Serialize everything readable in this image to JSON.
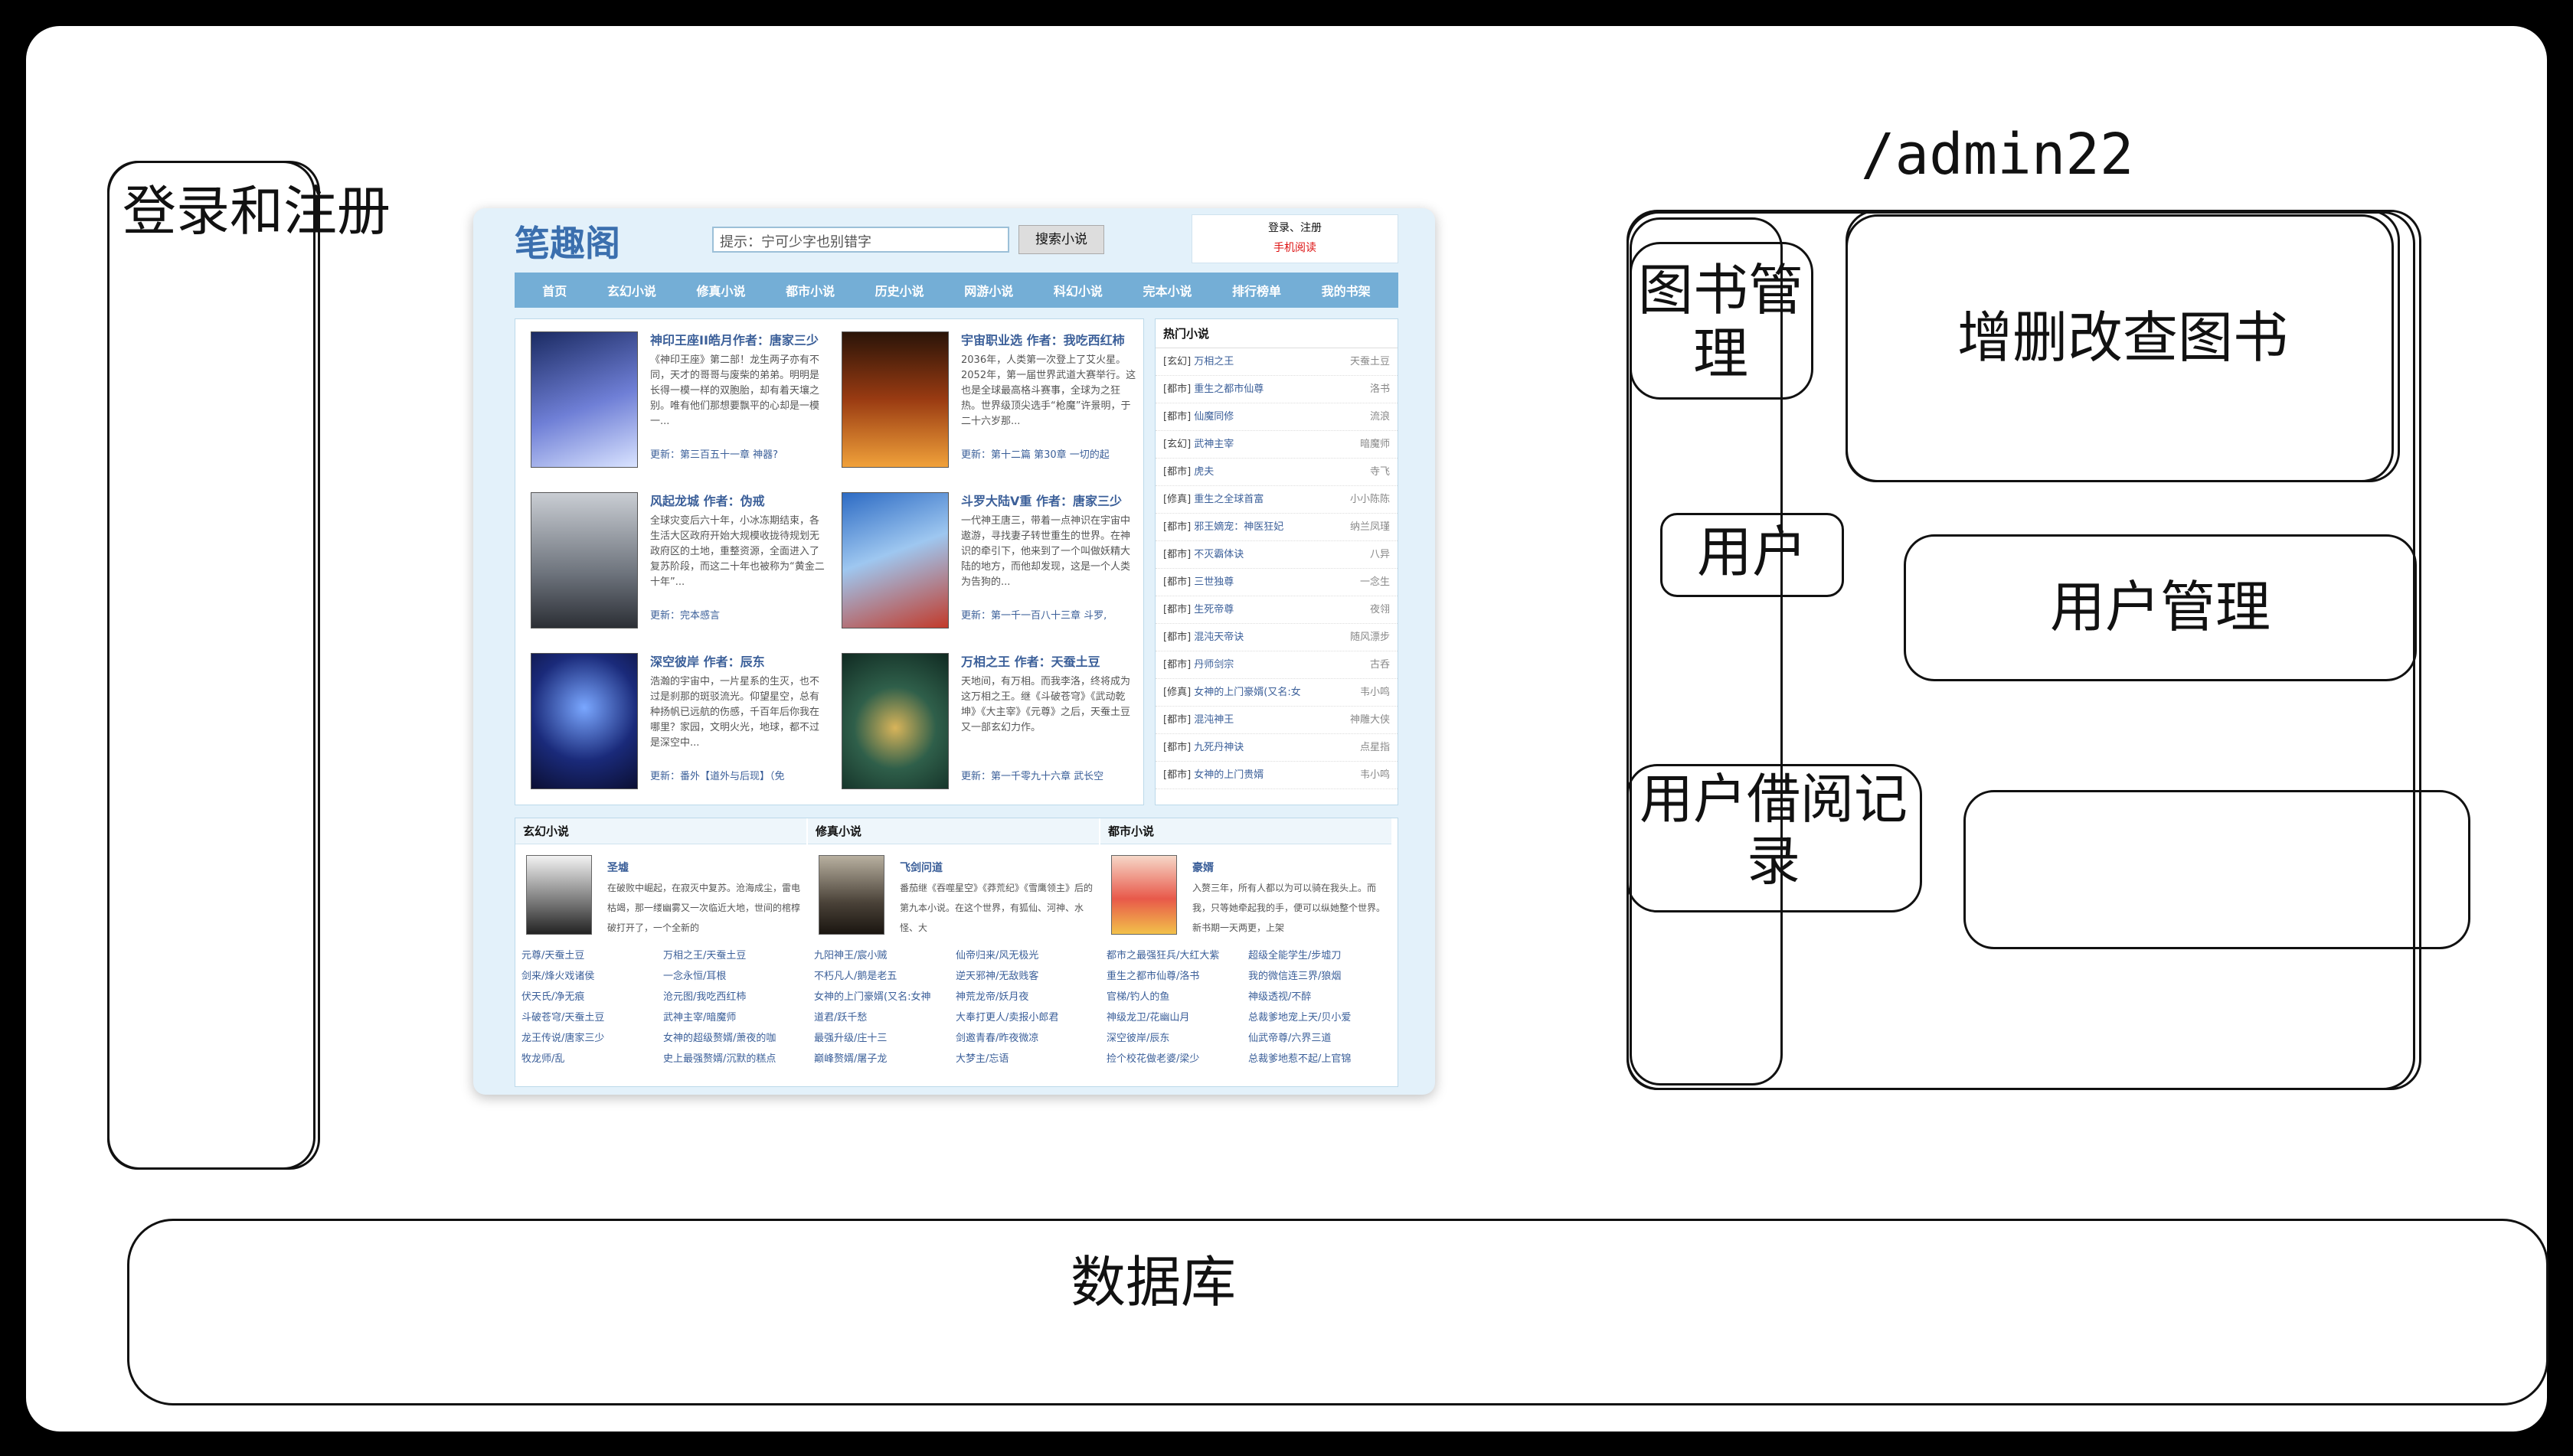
{
  "left": {
    "label": "登录和注册"
  },
  "admin": {
    "path": "/admin22",
    "labels": {
      "book_mgmt": "图书管理",
      "book_crud": "增删改查图书",
      "user": "用户",
      "user_mgmt": "用户管理",
      "borrow": "用户借阅记录"
    }
  },
  "bottom": {
    "label": "数据库"
  },
  "site": {
    "logo": "笔趣阁",
    "search_placeholder": "提示：宁可少字也别错字",
    "search_button": "搜索小说",
    "login": "登录、注册",
    "mobile": "手机阅读",
    "nav": [
      "首页",
      "玄幻小说",
      "修真小说",
      "都市小说",
      "历史小说",
      "网游小说",
      "科幻小说",
      "完本小说",
      "排行榜单",
      "我的书架"
    ],
    "featured": [
      {
        "title": "神印王座II皓月作者：唐家三少",
        "desc": "《神印王座》第二部！龙生两子亦有不同，天才的哥哥与废柴的弟弟。明明是长得一模一样的双胞胎，却有着天壤之别。唯有他们那想要飘平的心却是一模一...",
        "update": "更新：第三百五十一章 神器?"
      },
      {
        "title": "宇宙职业选 作者：我吃西红柿",
        "desc": "2036年，人类第一次登上了艾火星。2052年，第一届世界武道大赛举行。这也是全球最高格斗赛事，全球为之狂热。世界级顶尖选手“枪魔”许景明，于二十六岁那...",
        "update": "更新：第十二篇 第30章 一切的起"
      },
      {
        "title": "风起龙城 作者：伪戒",
        "desc": "全球灾变后六十年，小冰冻期结束，各生活大区政府开始大规模收拢待规划无政府区的土地，重整资源，全面进入了复苏阶段，而这二十年也被称为“黄金二十年”...",
        "update": "更新：完本感言"
      },
      {
        "title": "斗罗大陆V重 作者：唐家三少",
        "desc": "一代神王唐三，带着一点神识在宇宙中遨游，寻找妻子转世重生的世界。在神识的牵引下，他来到了一个叫做妖精大陆的地方，而他却发现，这是一个人类为告狗的...",
        "update": "更新：第一千一百八十三章 斗罗,"
      },
      {
        "title": "深空彼岸 作者：辰东",
        "desc": "浩瀚的宇宙中，一片星系的生灭，也不过是刹那的斑驳流光。仰望星空，总有种扬帆已远航的伤感，千百年后你我在哪里？家园，文明火光，地球，都不过是深空中...",
        "update": "更新：番外【道外与后现】（免"
      },
      {
        "title": "万相之王 作者：天蚕土豆",
        "desc": "天地间，有万相。而我李洛，终将成为这万相之王。继《斗破苍穹》《武动乾坤》《大主宰》《元尊》之后，天蚕土豆又一部玄幻力作。",
        "update": "更新：第一千零九十六章 武长空"
      }
    ],
    "hot_title": "热门小说",
    "hot": [
      {
        "cat": "[玄幻]",
        "title": "万相之王",
        "author": "天蚕土豆"
      },
      {
        "cat": "[都市]",
        "title": "重生之都市仙尊",
        "author": "洛书"
      },
      {
        "cat": "[都市]",
        "title": "仙魔同修",
        "author": "流浪"
      },
      {
        "cat": "[玄幻]",
        "title": "武神主宰",
        "author": "暗魔师"
      },
      {
        "cat": "[都市]",
        "title": "虎夫",
        "author": "寺飞"
      },
      {
        "cat": "[修真]",
        "title": "重生之全球首富",
        "author": "小小陈陈"
      },
      {
        "cat": "[都市]",
        "title": "邪王嫡宠：神医狂妃",
        "author": "纳兰凤瑾"
      },
      {
        "cat": "[都市]",
        "title": "不灭霸体诀",
        "author": "八异"
      },
      {
        "cat": "[都市]",
        "title": "三世独尊",
        "author": "一念生"
      },
      {
        "cat": "[都市]",
        "title": "生死帝尊",
        "author": "夜翎"
      },
      {
        "cat": "[都市]",
        "title": "混沌天帝诀",
        "author": "随风漂步"
      },
      {
        "cat": "[都市]",
        "title": "丹师剑宗",
        "author": "古呑"
      },
      {
        "cat": "[修真]",
        "title": "女神的上门豪婿(又名:女",
        "author": "韦小鸣"
      },
      {
        "cat": "[都市]",
        "title": "混沌神王",
        "author": "神雕大侠"
      },
      {
        "cat": "[都市]",
        "title": "九死丹神诀",
        "author": "点星指"
      },
      {
        "cat": "[都市]",
        "title": "女神的上门贵婿",
        "author": "韦小鸣"
      }
    ],
    "cats": [
      {
        "name": "玄幻小说",
        "ftitle": "圣墟",
        "fdesc": "在破败中崛起，在寂灭中复苏。沧海成尘，雷电枯竭，那一缕幽雾又一次临近大地，世间的棺椁破打开了，一个全新的",
        "items": [
          "元尊/天蚕土豆",
          "万相之王/天蚕土豆",
          "剑来/烽火戏诸侯",
          "一念永恒/耳根",
          "伏天氏/净无痕",
          "沧元图/我吃西红柿",
          "斗破苍穹/天蚕土豆",
          "武神主宰/暗魔师",
          "龙王传说/唐家三少",
          "女神的超级赘婿/萧夜的咖",
          "牧龙师/乱",
          "史上最强赘婿/沉默的糕点"
        ]
      },
      {
        "name": "修真小说",
        "ftitle": "飞剑问道",
        "fdesc": "番茄继《吞噬星空》《莽荒纪》《雪鹰领主》后的第九本小说。在这个世界，有狐仙、河神、水怪、大",
        "items": [
          "九阳神王/宸小贼",
          "仙帝归来/风无极光",
          "不朽凡人/鹅是老五",
          "逆天邪神/无敌贱客",
          "女神的上门豪婿(又名:女神",
          "神荒龙帝/妖月夜",
          "道君/跃千愁",
          "大奉打更人/卖报小郎君",
          "最强升级/庄十三",
          "剑邀青春/昨夜微凉",
          "巅峰赘婿/屠子龙",
          "大梦主/忘语"
        ]
      },
      {
        "name": "都市小说",
        "ftitle": "豪婿",
        "fdesc": "入赘三年，所有人都以为可以骑在我头上。而我，只等她牵起我的手，便可以纵她整个世界。新书期一天两更，上架",
        "items": [
          "都市之最强狂兵/大红大紫",
          "超级全能学生/步墟刀",
          "重生之都市仙尊/洛书",
          "我的微信连三界/狼烟",
          "官梯/钓人的鱼",
          "神级透视/不醉",
          "神级龙卫/花幽山月",
          "总裁爹地宠上天/贝小爱",
          "深空彼岸/辰东",
          "仙武帝尊/六界三道",
          "捡个校花做老婆/梁少",
          "总裁爹地惹不起/上官锦"
        ]
      }
    ]
  }
}
